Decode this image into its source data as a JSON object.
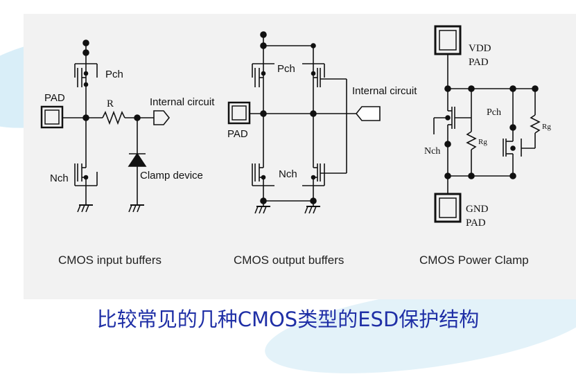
{
  "input_buffer": {
    "pch": "Pch",
    "nch": "Nch",
    "pad": "PAD",
    "resistor": "R",
    "internal": "Internal circuit",
    "clamp": "Clamp device",
    "caption": "CMOS input buffers"
  },
  "output_buffer": {
    "pch": "Pch",
    "nch": "Nch",
    "pad": "PAD",
    "internal": "Internal circuit",
    "caption": "CMOS output buffers"
  },
  "power_clamp": {
    "vdd": "VDD",
    "vdd_pad": "PAD",
    "gnd": "GND",
    "gnd_pad": "PAD",
    "pch": "Pch",
    "nch": "Nch",
    "rg_left": "Rg",
    "rg_right": "Rg",
    "caption": "CMOS Power Clamp"
  },
  "footer": {
    "title": "比较常见的几种CMOS类型的ESD保护结构"
  }
}
